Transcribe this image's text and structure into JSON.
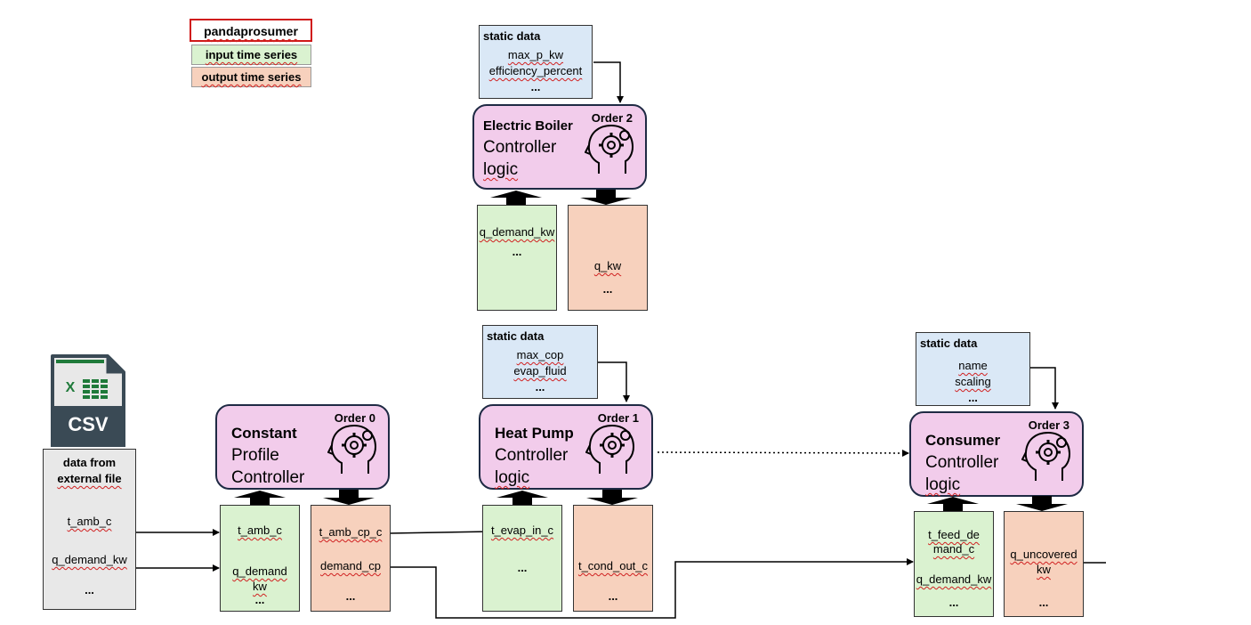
{
  "legend": {
    "pandaprosumer": "pandaprosumer",
    "input": "input time series",
    "output": "output time series"
  },
  "csv_icon": {
    "label": "CSV"
  },
  "external": {
    "title_line1": "data from",
    "title_line2": "external file",
    "t_amb": "t_amb_c",
    "q_demand": "q_demand_kw",
    "dots": "..."
  },
  "constant": {
    "name": "Constant",
    "line2": "Profile",
    "line3": "Controller",
    "order": "Order 0",
    "input": {
      "v1": "t_amb_c",
      "v2a": "q_demand",
      "v2b": "kw",
      "dots": "..."
    },
    "output": {
      "v1": "t_amb_cp_c",
      "v2": "demand_cp",
      "dots": "..."
    }
  },
  "boiler": {
    "name": "Electric Boiler",
    "line2": "Controller",
    "line3": "logic",
    "order": "Order 2",
    "static": {
      "title": "static data",
      "i1": "max_p_kw",
      "i2": "efficiency_percent",
      "dots": "..."
    },
    "input": {
      "v1": "q_demand_kw",
      "dots": "..."
    },
    "output": {
      "v1": "q_kw",
      "dots": "..."
    }
  },
  "heatpump": {
    "name": "Heat Pump",
    "line2": "Controller",
    "line3": "logic",
    "order": "Order 1",
    "static": {
      "title": "static data",
      "i1": "max_cop",
      "i2": "evap_fluid",
      "dots": "..."
    },
    "input": {
      "v1": "t_evap_in_c",
      "dots": "..."
    },
    "output": {
      "v1": "t_cond_out_c",
      "dots": "..."
    }
  },
  "consumer": {
    "name": "Consumer",
    "line2": "Controller",
    "line3": "logic",
    "order": "Order 3",
    "static": {
      "title": "static data",
      "i1": "name",
      "i2": "scaling",
      "dots": "..."
    },
    "input": {
      "v1a": "t_feed_de",
      "v1b": "mand_c",
      "v2": "q_demand_kw",
      "dots": "..."
    },
    "output": {
      "v1a": "q_uncovered",
      "v1b": "kw",
      "dots": "..."
    }
  }
}
